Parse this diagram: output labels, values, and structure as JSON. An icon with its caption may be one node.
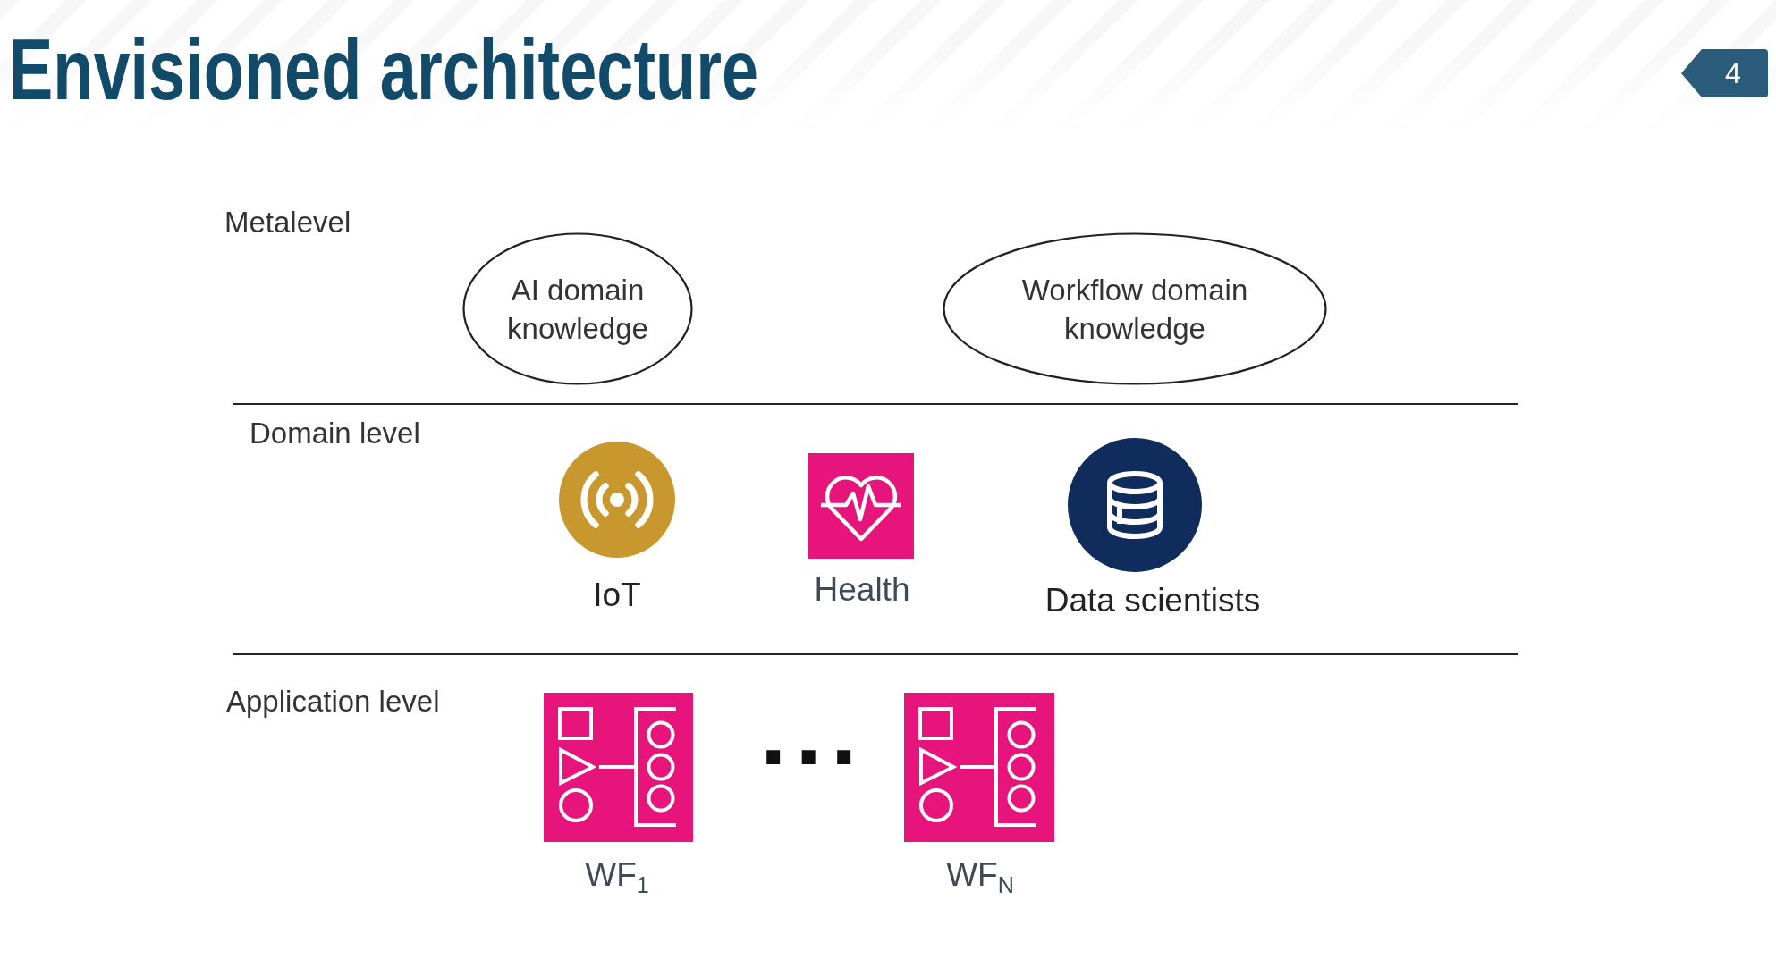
{
  "diagram": {
    "title": "Envisioned architecture",
    "nodes": [
      {
        "text": [
          "4"
        ]
      },
      {
        "text": [
          "AI domain knowledge"
        ]
      },
      {
        "text": [
          "Workflow domain knowledge"
        ]
      },
      {
        "text": [
          "IoT"
        ]
      },
      {
        "text": [
          "Health"
        ]
      },
      {
        "text": [
          "Data scientists"
        ]
      },
      {
        "text": [
          "WF$_{1}$"
        ]
      },
      {
        "text": [
          "WF$_{N}$"
        ]
      }
    ],
    "labels": [
      "Metalevel",
      "Domain level",
      "Application level",
      "..."
    ]
  }
}
